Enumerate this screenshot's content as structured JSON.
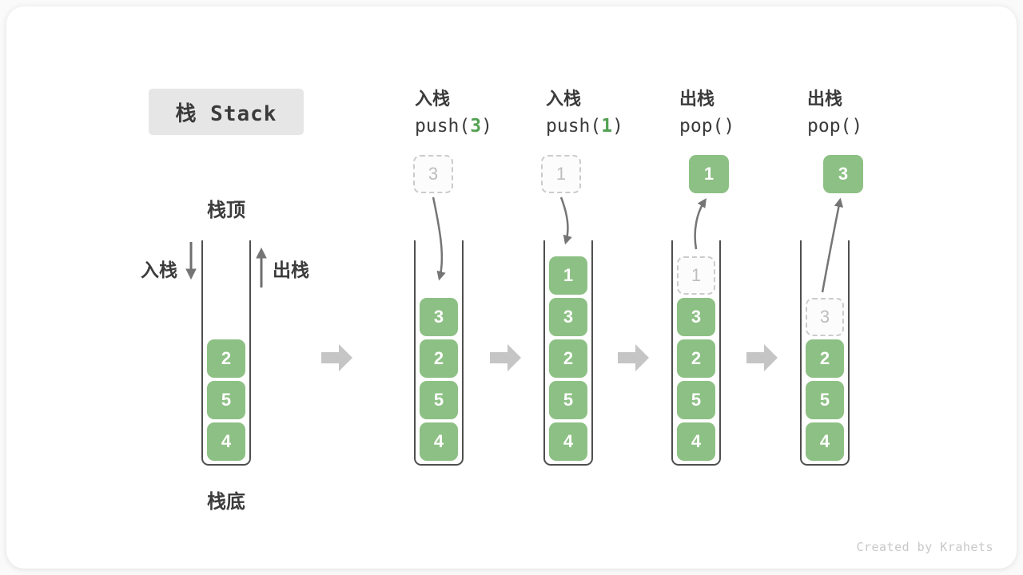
{
  "title": "栈 Stack",
  "labels": {
    "top": "栈顶",
    "bottom": "栈底",
    "push_side": "入栈",
    "pop_side": "出栈"
  },
  "watermark": "Created by Krahets",
  "colors": {
    "element_green": "#8dc084",
    "op_arg_green": "#53a153",
    "dark_text": "#3b3b3b",
    "arrow_gray": "#757575",
    "block_arrow_gray": "#c5c5c5",
    "ghost_border": "#cbcbcb",
    "ghost_text": "#bdbdbd",
    "title_bg": "#e6e6e6"
  },
  "columns": [
    {
      "name": "initial",
      "cells": [
        {
          "v": "2"
        },
        {
          "v": "5"
        },
        {
          "v": "4"
        }
      ]
    },
    {
      "name": "push-3",
      "header": {
        "action": "入栈",
        "op_prefix": "push(",
        "op_arg": "3",
        "op_suffix": ")"
      },
      "floating": {
        "v": "3",
        "ghost": true
      },
      "cells": [
        {
          "v": "3"
        },
        {
          "v": "2"
        },
        {
          "v": "5"
        },
        {
          "v": "4"
        }
      ]
    },
    {
      "name": "push-1",
      "header": {
        "action": "入栈",
        "op_prefix": "push(",
        "op_arg": "1",
        "op_suffix": ")"
      },
      "floating": {
        "v": "1",
        "ghost": true
      },
      "cells": [
        {
          "v": "1"
        },
        {
          "v": "3"
        },
        {
          "v": "2"
        },
        {
          "v": "5"
        },
        {
          "v": "4"
        }
      ]
    },
    {
      "name": "pop-1",
      "header": {
        "action": "出栈",
        "op_prefix": "pop(",
        "op_arg": "",
        "op_suffix": ")"
      },
      "floating": {
        "v": "1",
        "ghost": false
      },
      "cells": [
        {
          "v": "1",
          "ghost": true
        },
        {
          "v": "3"
        },
        {
          "v": "2"
        },
        {
          "v": "5"
        },
        {
          "v": "4"
        }
      ]
    },
    {
      "name": "pop-3",
      "header": {
        "action": "出栈",
        "op_prefix": "pop(",
        "op_arg": "",
        "op_suffix": ")"
      },
      "floating": {
        "v": "3",
        "ghost": false
      },
      "cells": [
        {
          "v": "3",
          "ghost": true
        },
        {
          "v": "2"
        },
        {
          "v": "5"
        },
        {
          "v": "4"
        }
      ]
    }
  ]
}
